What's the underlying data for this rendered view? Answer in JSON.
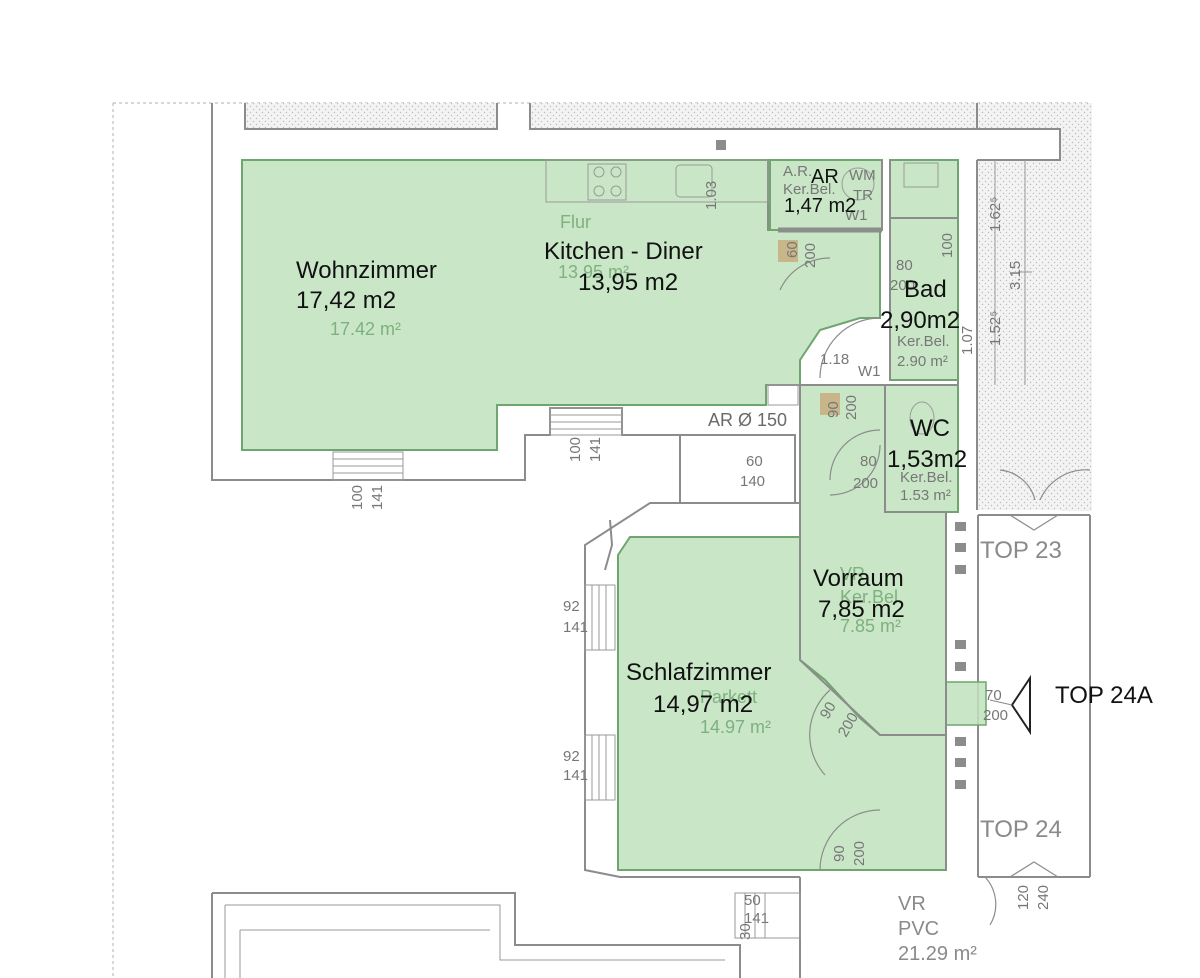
{
  "rooms": {
    "wohnzimmer": {
      "name": "Wohnzimmer",
      "area": "17,42 m2",
      "ghost_area": "17.42 m²"
    },
    "kitchen": {
      "name": "Kitchen - Diner",
      "area": "13,95 m2",
      "ghost_name": "Flur",
      "ghost_area": "13.95 m²"
    },
    "ar": {
      "name": "AR",
      "area": "1,47 m2",
      "ghost_code": "A.R.",
      "ghost_floor": "Ker.Bel."
    },
    "bad": {
      "name": "Bad",
      "area": "2,90m2",
      "ghost_floor": "Ker.Bel.",
      "ghost_area": "2.90 m²"
    },
    "wc": {
      "name": "WC",
      "area": "1,53m2",
      "ghost_floor": "Ker.Bel.",
      "ghost_area": "1.53 m²"
    },
    "vorraum": {
      "name": "Vorraum",
      "area": "7,85 m2",
      "ghost_code": "VR",
      "ghost_floor": "Ker.Bel.",
      "ghost_area": "7.85 m²"
    },
    "schlafzimmer": {
      "name": "Schlafzimmer",
      "area": "14,97 m2",
      "ghost_floor": "Parkett",
      "ghost_area": "14.97 m²"
    },
    "hall": {
      "code": "VR",
      "floor": "PVC",
      "area": "21.29 m²"
    }
  },
  "neighbors": {
    "top23": "TOP 23",
    "top24": "TOP 24",
    "top24a": "TOP 24A"
  },
  "duct": "AR Ø 150",
  "dims": {
    "d100": "100",
    "d141": "141",
    "d92": "92",
    "d60": "60",
    "d140": "140",
    "d80": "80",
    "d200": "200",
    "d90": "90",
    "d70": "70",
    "d50": "50",
    "d30": "30",
    "d120": "120",
    "d240": "240",
    "d118": "1.18",
    "d107": "1.07",
    "d315": "3.15",
    "d162": "1.62⁵",
    "d152": "1.52⁵",
    "d103": "1.03",
    "w1": "W1",
    "wm": "WM",
    "tr": "TR"
  }
}
